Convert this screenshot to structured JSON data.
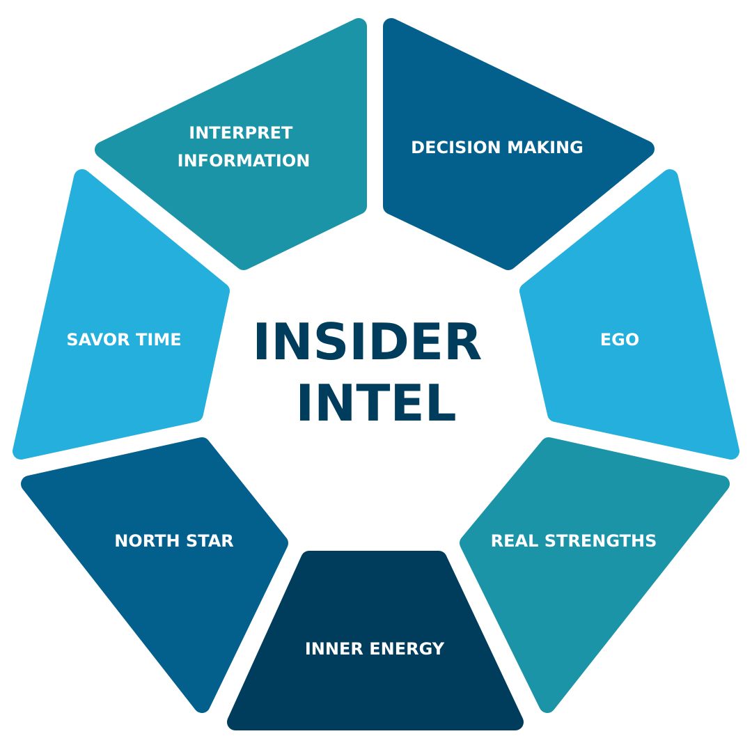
{
  "center": {
    "line1": "INSIDER",
    "line2": "INTEL",
    "color": "#003d5c"
  },
  "segments": [
    {
      "lines": [
        "INTERPRET",
        "INFORMATION"
      ],
      "color": "#1a94a6"
    },
    {
      "lines": [
        "DECISION MAKING"
      ],
      "color": "#03608d"
    },
    {
      "lines": [
        "EGO"
      ],
      "color": "#24afdc"
    },
    {
      "lines": [
        "REAL STRENGTHS"
      ],
      "color": "#1a94a6"
    },
    {
      "lines": [
        "INNER ENERGY"
      ],
      "color": "#003d5c"
    },
    {
      "lines": [
        "NORTH STAR"
      ],
      "color": "#03608d"
    },
    {
      "lines": [
        "SAVOR TIME"
      ],
      "color": "#24afdc"
    }
  ]
}
